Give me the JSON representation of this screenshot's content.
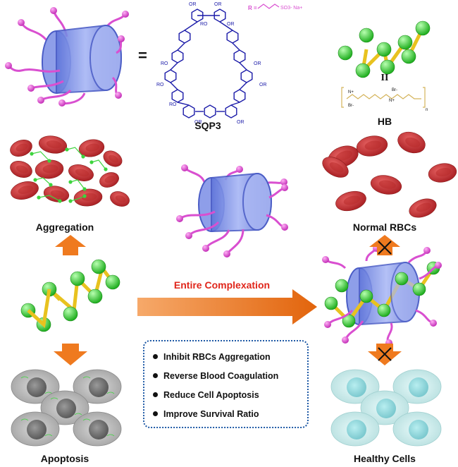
{
  "labels": {
    "equals": "=",
    "sqp3": "SQP3",
    "r_group": "R =",
    "r_group_formula": "SO3- Na+",
    "ii": "II",
    "hb": "HB",
    "aggregation": "Aggregation",
    "normal_rbcs": "Normal RBCs",
    "entire_complexation": "Entire Complexation",
    "apoptosis": "Apoptosis",
    "healthy_cells": "Healthy Cells"
  },
  "structure_labels": {
    "or": "OR",
    "ro": "RO",
    "n_plus": "N+",
    "br_minus": "Br-",
    "n_sub": "n"
  },
  "bullets": [
    "Inhibit RBCs Aggregation",
    "Reverse Blood Coagulation",
    "Reduce Cell Apoptosis",
    "Improve Survival Ratio"
  ],
  "colors": {
    "macrocycle": "#7b8fe8",
    "chain": "#d94fd0",
    "guest_bead": "#3ed43e",
    "guest_link": "#e8c21f",
    "rbc": "#c93434",
    "arrow": "#ef7a1f",
    "text_red": "#e0261b",
    "structure_blue": "#1a1aa8",
    "healthy_cell": "#c8ecec",
    "apoptotic_cell": "#b4b4b4"
  },
  "icons": {
    "blocked": "x-mark-icon"
  }
}
